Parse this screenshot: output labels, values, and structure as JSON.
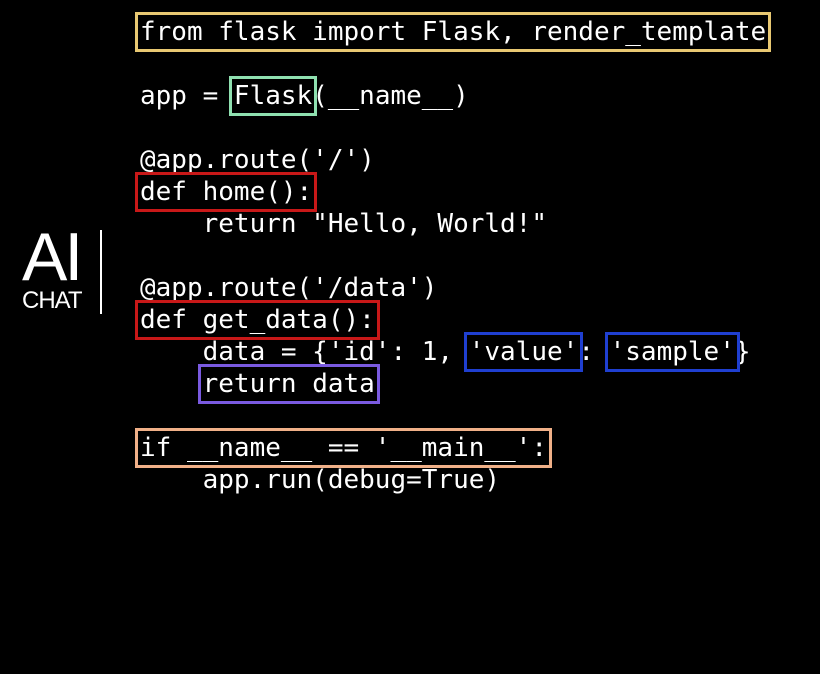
{
  "logo": {
    "ai": "AI",
    "chat": "CHAT"
  },
  "code": {
    "import_line": "from flask import Flask, render_template",
    "app_prefix": "app = ",
    "flask_call": "Flask",
    "app_suffix": "(__name__)",
    "route_home": "@app.route('/')",
    "def_home": "def home():",
    "return_hello": "    return \"Hello, World!\"",
    "route_data": "@app.route('/data')",
    "def_get_data": "def get_data():",
    "data_prefix": "    data = {'id': 1, ",
    "value_key": "'value'",
    "colon_sep": ": ",
    "sample_value": "'sample'",
    "data_suffix": "}",
    "return_indent": "    ",
    "return_data": "return data",
    "if_main": "if __name__ == '__main__':",
    "app_run": "    app.run(debug=True)"
  },
  "highlight_colors": {
    "import": "#e8c872",
    "flask": "#8fe0b0",
    "def": "#c81818",
    "dict": "#1f3fd0",
    "return": "#7a5ae0",
    "if_main": "#f0b088"
  }
}
